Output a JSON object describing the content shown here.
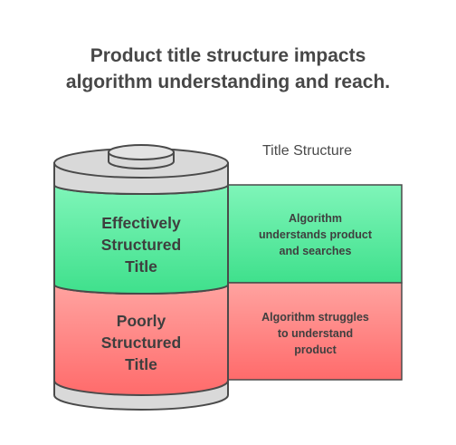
{
  "title": {
    "line1": "Product title structure impacts",
    "line2": "algorithm understanding and reach."
  },
  "legend": "Title Structure",
  "segments": [
    {
      "label_lines": [
        "Effectively",
        "Structured",
        "Title"
      ],
      "description_lines": [
        "Algorithm",
        "understands product",
        "and searches"
      ],
      "color_top": "#7ff5b9",
      "color_bottom": "#3fe08c"
    },
    {
      "label_lines": [
        "Poorly",
        "Structured",
        "Title"
      ],
      "description_lines": [
        "Algorithm struggles",
        "to understand",
        "product"
      ],
      "color_top": "#ffa3a0",
      "color_bottom": "#ff6b6b"
    }
  ],
  "colors": {
    "cylinder_body": "#d9d9d9",
    "outline": "#4a4a4a"
  }
}
